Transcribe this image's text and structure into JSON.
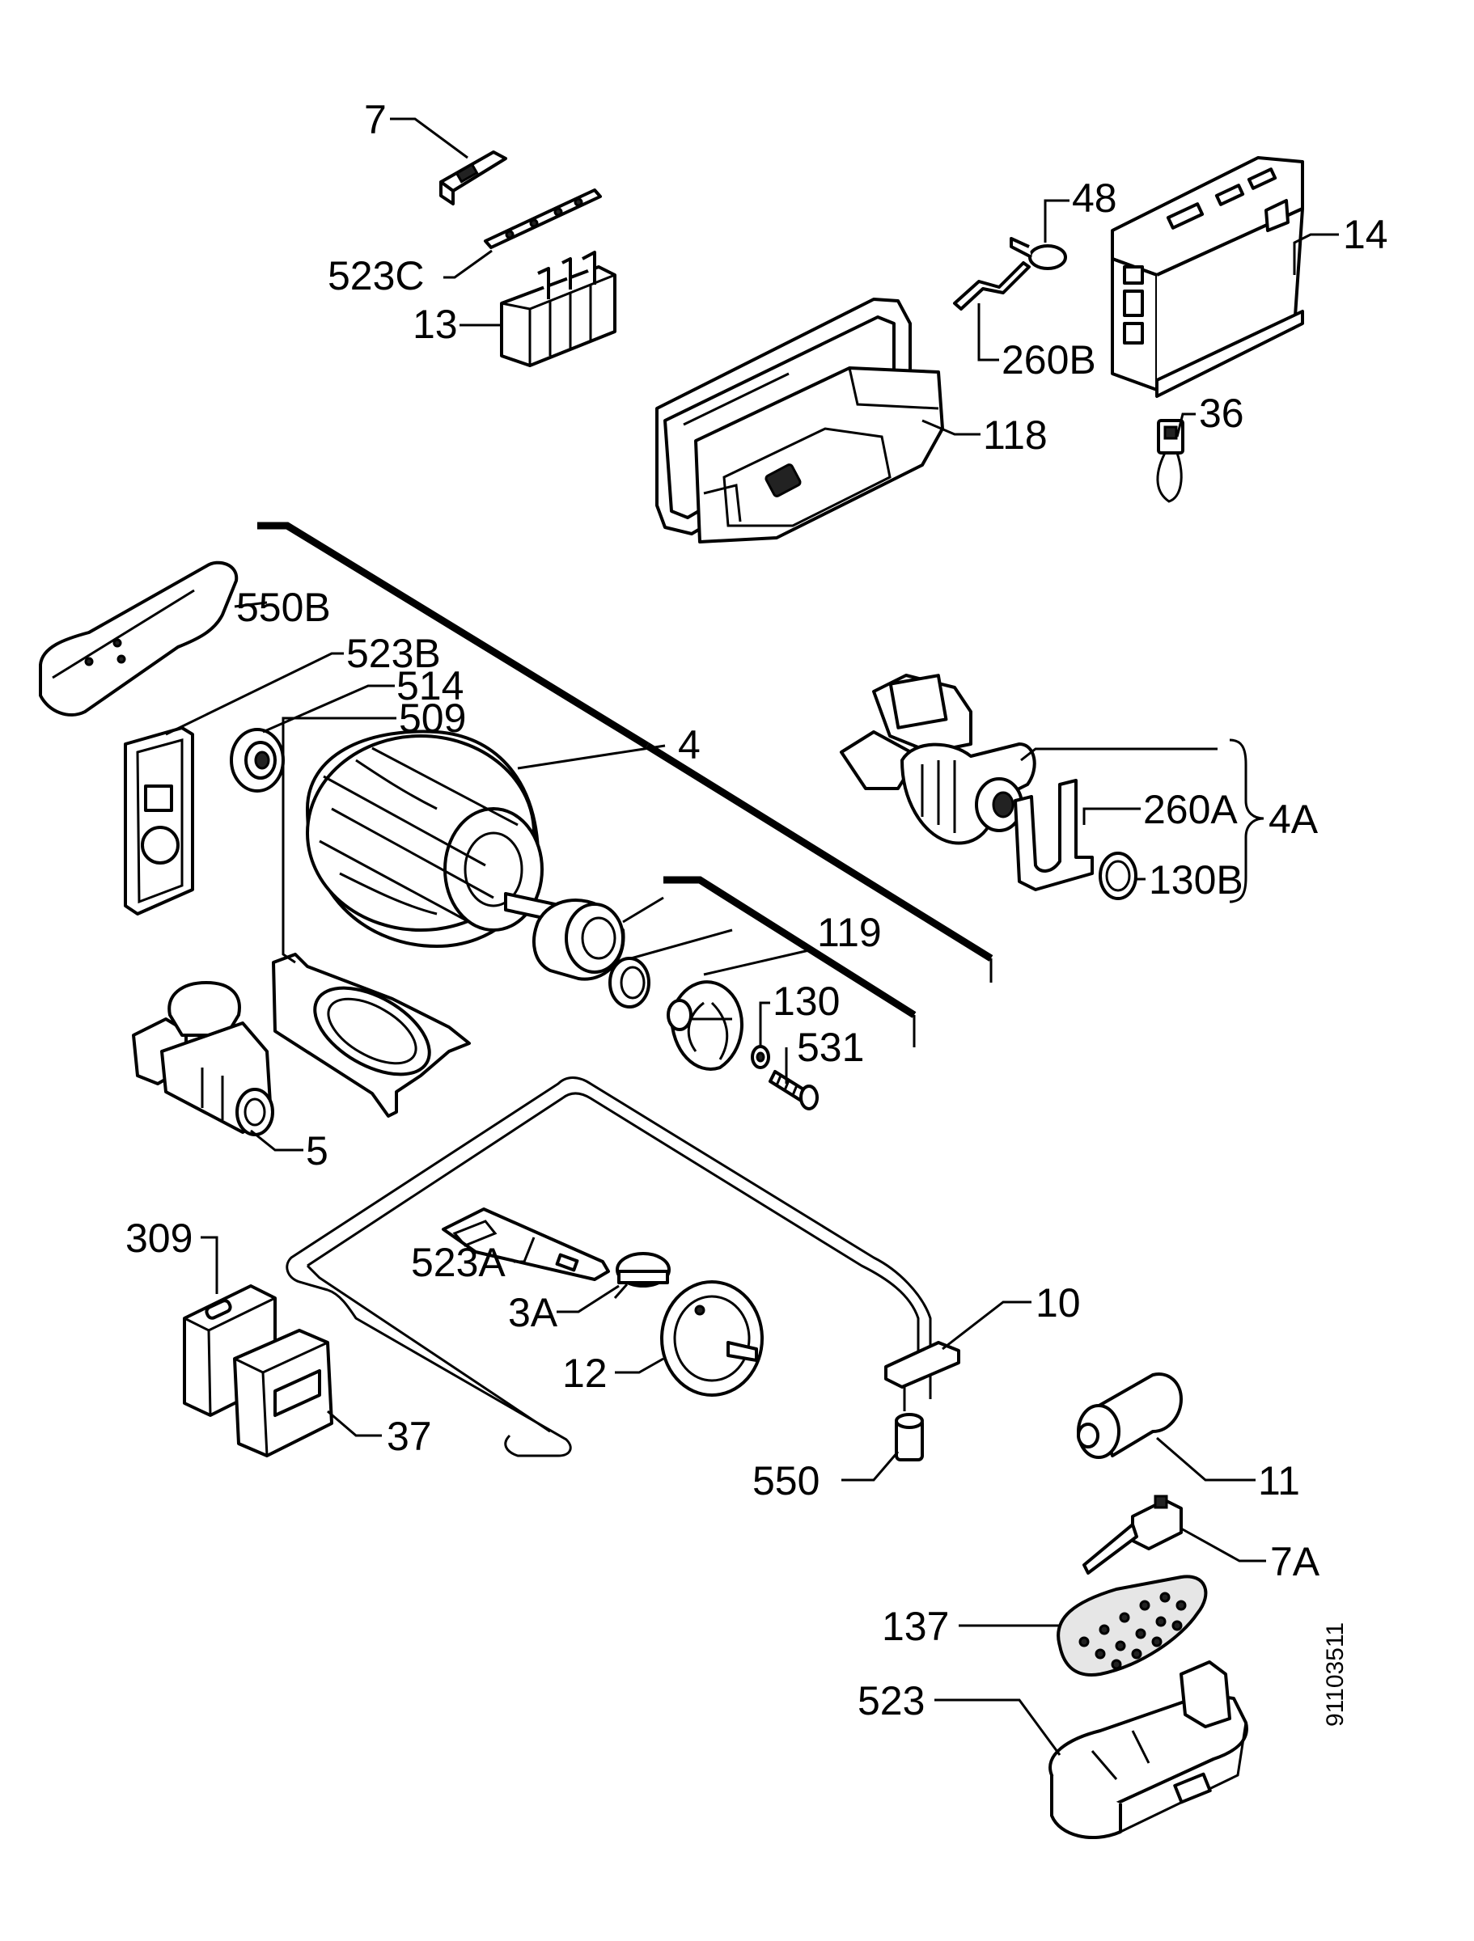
{
  "labels": {
    "p7": "7",
    "p523c": "523C",
    "p13": "13",
    "p48": "48",
    "p14": "14",
    "p260b": "260B",
    "p36": "36",
    "p118": "118",
    "p550b": "550B",
    "p523b": "523B",
    "p514": "514",
    "p509": "509",
    "p4": "4",
    "p260a": "260A",
    "p4a": "4A",
    "p130b": "130B",
    "p119": "119",
    "p130": "130",
    "p531": "531",
    "p5": "5",
    "p10": "10",
    "p309": "309",
    "p523a": "523A",
    "p3a": "3A",
    "p12": "12",
    "p37": "37",
    "p550": "550",
    "p11": "11",
    "p7a": "7A",
    "p137": "137",
    "p523": "523"
  },
  "document_number": "91103511"
}
